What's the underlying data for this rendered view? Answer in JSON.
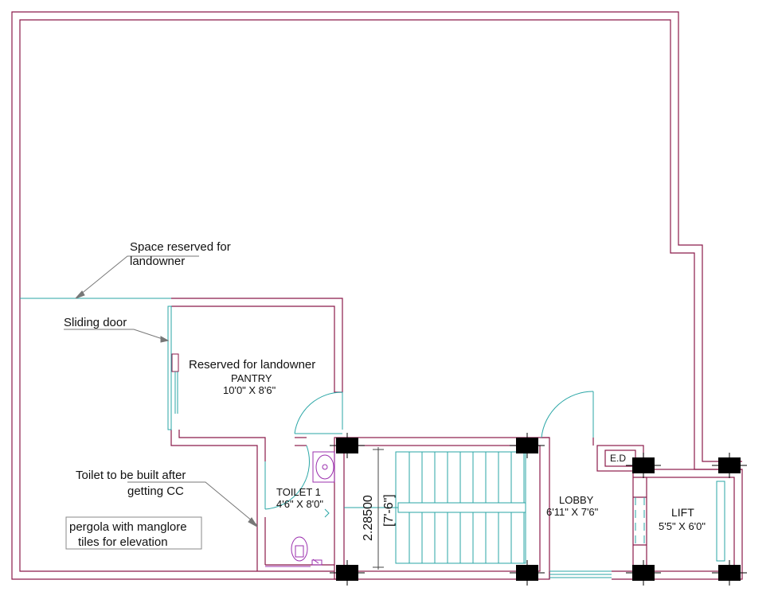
{
  "colors": {
    "wall": "#8b1a4a",
    "door": "#2aa6a6",
    "stair": "#2aa6a6",
    "column": "#000000",
    "leader": "#777777",
    "fixture": "#9b2fae"
  },
  "labels": {
    "space_reserved_line1": "Space reserved for",
    "space_reserved_line2": "landowner",
    "sliding_door": "Sliding door",
    "toilet_note_line1": "Toilet to be built after",
    "toilet_note_line2": "getting CC",
    "pergola_line1": "pergola with manglore",
    "pergola_line2": "tiles for elevation"
  },
  "rooms": {
    "pantry_reserved": "Reserved for landowner",
    "pantry_name": "PANTRY",
    "pantry_size": "10'0\" X 8'6\"",
    "toilet_name": "TOILET 1",
    "toilet_size": "4'6\" X 8'0\"",
    "lobby_name": "LOBBY",
    "lobby_size": "6'11\" X 7'6\"",
    "lift_name": "LIFT",
    "lift_size": "5'5\" X 6'0\"",
    "ed_name": "E.D"
  },
  "stair": {
    "dimension": "2.28500",
    "dimension_imperial": "[7'-6\"]"
  }
}
